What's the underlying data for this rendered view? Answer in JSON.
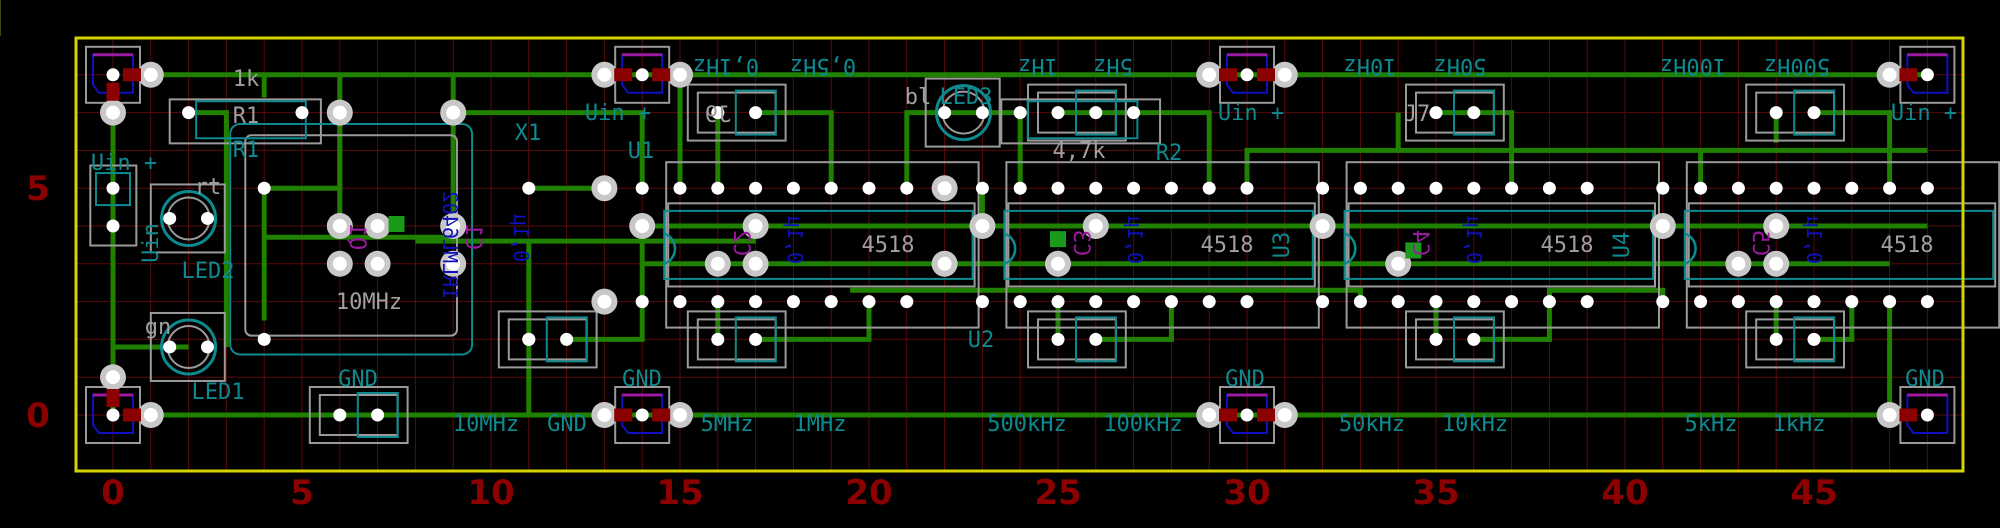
{
  "app": {
    "view": "PCB layout editor (board view)"
  },
  "colors": {
    "background": "#000000",
    "grid": "#5a0a0a",
    "board_outline": "#d4d400",
    "track": "#208000",
    "silkscreen": "#0d8a8f",
    "fab_text": "#a0a0a0",
    "pad": "#ffffff",
    "via_ring": "#c8c8c8",
    "smd_pad": "#8b0000",
    "axis_label": "#8b0000",
    "bottom_text_blue": "#1010c0",
    "bottom_text_purple": "#9c1aa0"
  },
  "axes": {
    "x_labels": [
      "0",
      "5",
      "10",
      "15",
      "20",
      "25",
      "30",
      "35",
      "40",
      "45"
    ],
    "y_labels": [
      "5",
      "0"
    ]
  },
  "components": {
    "r1": {
      "ref": "R1",
      "value": "1k",
      "ref_silk": "R1"
    },
    "r2": {
      "ref": "R2",
      "value": "4,7k"
    },
    "x1": {
      "ref": "X1",
      "value": "10MHz"
    },
    "q1": {
      "ref": "Q1",
      "value": "IRLML6402"
    },
    "c1": {
      "ref": "C1",
      "value": "0,1µ"
    },
    "led1": {
      "ref": "LED1",
      "color": "gn"
    },
    "led2": {
      "ref": "LED2",
      "color": "rt"
    },
    "led3": {
      "ref": "LED3",
      "color": "bl"
    },
    "u1": {
      "ref": "U1",
      "value": "4518",
      "cap_ref": "C2",
      "cap_value": "0,1µ"
    },
    "u2": {
      "ref": "U2",
      "value": "4518",
      "cap_ref": "C3",
      "cap_value": "0,1µ"
    },
    "u3": {
      "ref": "U3",
      "value": "4518",
      "cap_ref": "C4",
      "cap_value": "0,1µ"
    },
    "u4": {
      "ref": "U4",
      "value": "4518",
      "cap_ref": "C5",
      "cap_value": "0,1µ"
    },
    "uin_connector": {
      "ref": "Uin"
    },
    "j9": {
      "ref": "J9"
    },
    "j7": {
      "ref": "J7"
    }
  },
  "labels": {
    "uin_plus": "Uin +",
    "gnd": "GND",
    "top_freqs": [
      "0,1Hz",
      "0,5Hz",
      "1Hz",
      "5Hz",
      "10Hz",
      "50Hz",
      "100Hz",
      "500Hz"
    ],
    "bottom_freqs": [
      "10MHz",
      "GND",
      "5MHz",
      "1MHz",
      "500kHz",
      "100kHz",
      "50kHz",
      "10kHz",
      "5kHz",
      "1kHz"
    ]
  }
}
